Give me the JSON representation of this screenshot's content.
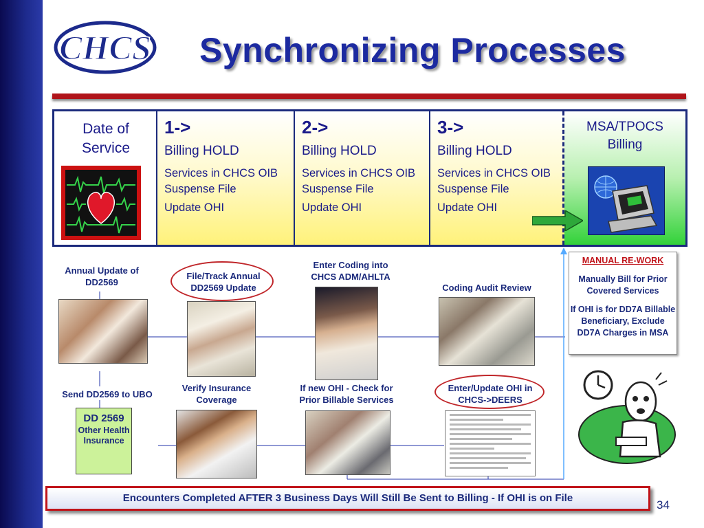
{
  "header": {
    "logo_text": "CHCS",
    "title": "Synchronizing Processes"
  },
  "timeline": {
    "date_of_service": "Date of\nService",
    "steps": [
      {
        "num": "1->",
        "hold": "Billing HOLD",
        "services": "Services in CHCS OIB Suspense File",
        "update": "Update OHI"
      },
      {
        "num": "2->",
        "hold": "Billing HOLD",
        "services": "Services in CHCS OIB Suspense File",
        "update": "Update OHI"
      },
      {
        "num": "3->",
        "hold": "Billing HOLD",
        "services": "Services in CHCS OIB Suspense File",
        "update": "Update OHI"
      }
    ],
    "msa": "MSA/TPOCS\nBilling"
  },
  "flow": {
    "annual_update": "Annual Update of DD2569",
    "file_track": "File/Track Annual DD2569 Update",
    "enter_coding": "Enter Coding into CHCS ADM/AHLTA",
    "coding_audit": "Coding Audit Review",
    "send_dd2569": "Send DD2569 to UBO",
    "verify_insurance": "Verify Insurance Coverage",
    "new_ohi": "If new OHI - Check for Prior Billable Services",
    "enter_update_ohi": "Enter/Update OHI in CHCS->DEERS"
  },
  "manual_rework": {
    "heading": "MANUAL RE-WORK",
    "line1": "Manually Bill for Prior Covered Services",
    "line2": "If OHI is for DD7A Billable Beneficiary, Exclude DD7A Charges in MSA"
  },
  "dd_form": {
    "title": "DD 2569",
    "subtitle": "Other Health Insurance"
  },
  "footer": {
    "banner": "Encounters Completed AFTER 3 Business Days Will Still Be Sent to Billing - If OHI is on File",
    "page_number": "34"
  },
  "colors": {
    "title_blue": "#1c2aa0",
    "accent_red": "#c0141a",
    "step_yellow": "#fff27a",
    "billing_green": "#33d23a",
    "dd_green": "#ccf29a"
  }
}
